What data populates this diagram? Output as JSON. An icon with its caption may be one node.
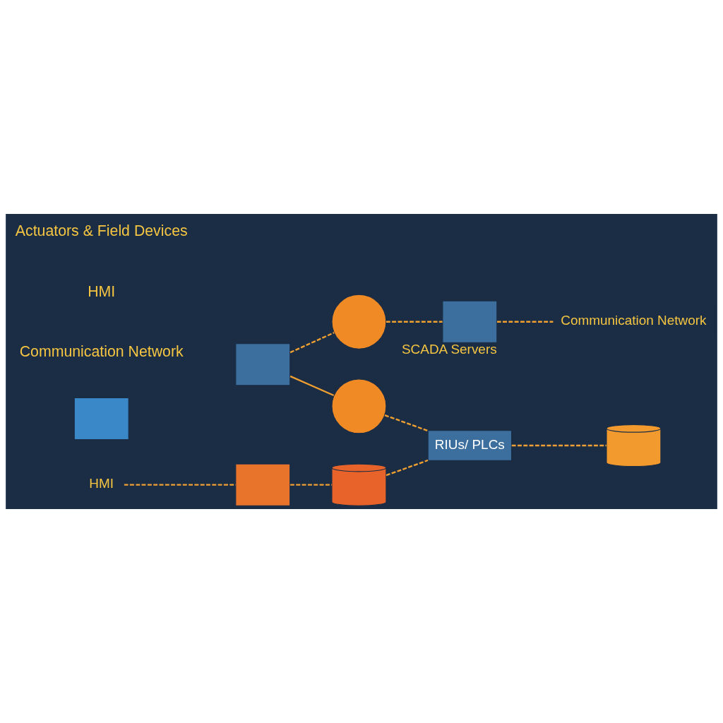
{
  "diagram": {
    "nodes": [
      {
        "text": [],
        "shape": "circle"
      },
      {
        "text": [],
        "shape": "box",
        "beside": [
          "SCADA Servers"
        ]
      },
      {
        "text": [],
        "shape": "box"
      },
      {
        "text": [
          "Communication Network"
        ]
      },
      {
        "text": [],
        "shape": "circle"
      },
      {
        "text": [
          "RIUs/ PLCs"
        ]
      },
      {
        "text": [],
        "shape": "cylinder"
      },
      {
        "text": [],
        "shape": "box"
      },
      {
        "text": [
          "HMI"
        ]
      },
      {
        "text": [],
        "shape": "box"
      },
      {
        "text": [],
        "shape": "cylinder"
      }
    ],
    "edges": [
      {
        "from": 2,
        "to": 0,
        "arrow": "none",
        "style": "dashed"
      },
      {
        "from": 0,
        "to": 1,
        "arrow": "none",
        "style": "dashed"
      },
      {
        "from": 1,
        "to": 3,
        "arrow": "none",
        "style": "dashed"
      },
      {
        "from": 2,
        "to": 4,
        "arrow": "none"
      },
      {
        "from": 4,
        "to": 5,
        "arrow": "none",
        "style": "dashed"
      },
      {
        "from": 6,
        "to": 5,
        "arrow": "none",
        "style": "dashed"
      },
      {
        "from": 5,
        "to": 10,
        "arrow": "none",
        "style": "dashed"
      },
      {
        "from": 7,
        "to": 6,
        "arrow": "none",
        "style": "dashed"
      },
      {
        "from": 8,
        "to": 7,
        "arrow": "none",
        "style": "dashed"
      }
    ],
    "labels": [
      "Communication Network",
      "HMI",
      "Actuators & Field Devices"
    ]
  }
}
